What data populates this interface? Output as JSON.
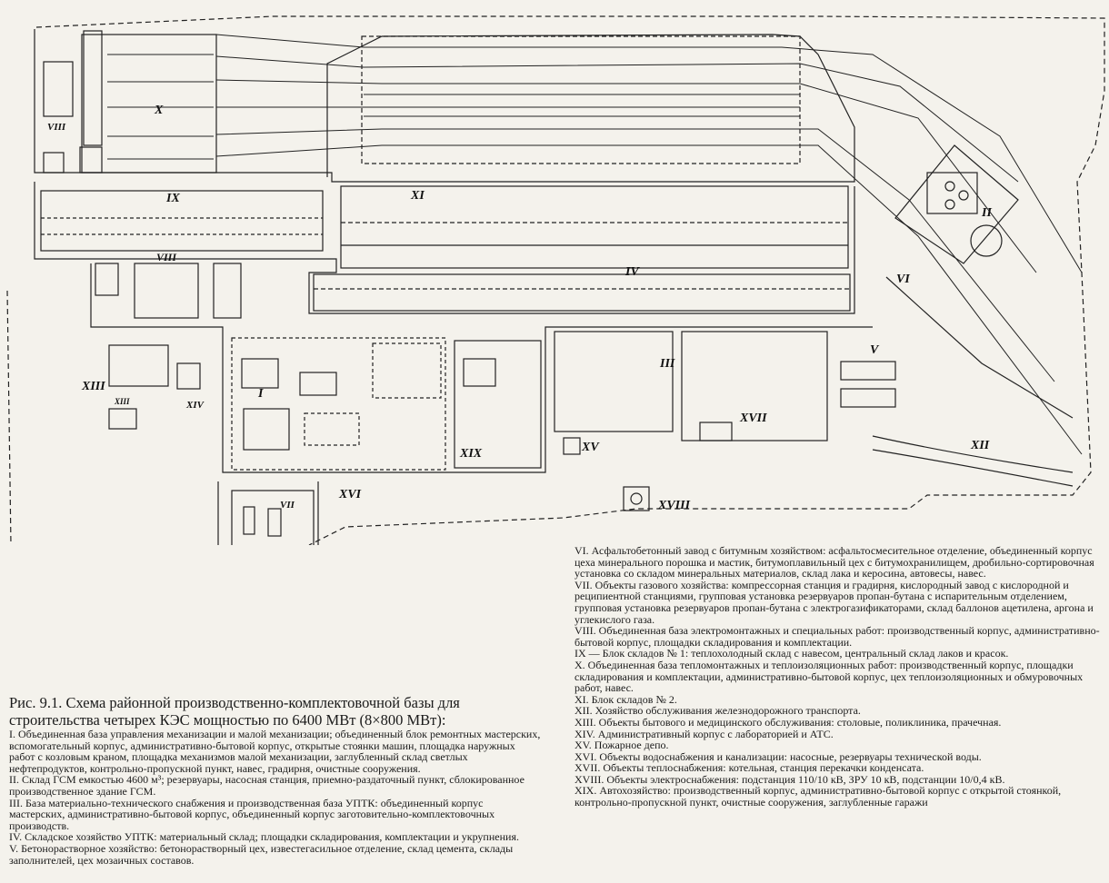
{
  "plan_labels": {
    "I": "I",
    "II": "II",
    "III": "III",
    "IV": "IV",
    "V": "V",
    "VI": "VI",
    "VII": "VII",
    "VIII": "VIII",
    "IX": "IX",
    "X": "X",
    "XI": "XI",
    "XII": "XII",
    "XIII": "XIII",
    "XIII_small": "XIII",
    "XIV": "XIV",
    "XV": "XV",
    "XVI": "XVI",
    "XVII": "XVII",
    "XVIII": "XVIII",
    "XIX": "XIX",
    "VIII_small": "VIII"
  },
  "caption": "Рис. 9.1. Схема районной производственно-комплектовочной базы для строительства четырех КЭС мощностью по 6400 МВт (8×800 МВт):",
  "legend_left": [
    "I. Объединенная база управления механизации и малой механизации; объединенный блок ремонтных мастерских, вспомогательный корпус, административно-бытовой корпус, открытые стоянки машин, площадка наружных работ с козловым краном, площадка механизмов малой механизации, заглубленный склад светлых нефтепродуктов, контрольно-пропускной пункт, навес, градирня, очистные сооружения.",
    "II. Склад ГСМ емкостью 4600 м³; резервуары, насосная станция, приемно-раздаточный пункт, сблокированное производственное здание ГСМ.",
    "III. База материально-технического снабжения и производственная база УПТК: объединенный корпус мастерских, административно-бытовой корпус, объединенный корпус заготовительно-комплектовочных производств.",
    "IV. Складское хозяйство УПТК: материальный склад; площадки складирования, комплектации и укрупнения.",
    "V. Бетонорастворное хозяйство: бетонорастворный цех, известегасильное отделение, склад цемента, склады заполнителей, цех мозаичных составов."
  ],
  "legend_right": [
    "VI. Асфальтобетонный завод с битумным хозяйством: асфальтосмесительное отделение, объединенный корпус цеха минерального порошка и мастик, битумоплавильный цех с битумохранилищем, дробильно-сортировочная установка со складом минеральных материалов, склад лака и керосина, автовесы, навес.",
    "VII. Объекты газового хозяйства: компрессорная станция и градирня, кислородный завод с кислородной и реципиентной станциями, групповая установка резервуаров пропан-бутана с испарительным отделением, групповая установка резервуаров пропан-бутана с электрогазификаторами, склад баллонов ацетилена, аргона и углекислого газа.",
    "VIII. Объединенная база электромонтажных и специальных работ: производственный корпус, административно-бытовой корпус, площадки складирования и комплектации.",
    "IX — Блок складов № 1: теплохолодный склад с навесом, центральный склад лаков и красок.",
    "X. Объединенная база тепломонтажных и теплоизоляционных работ: производственный корпус, площадки складирования и комплектации, административно-бытовой корпус, цех теплоизоляционных и обмуровочных работ, навес.",
    "XI. Блок складов № 2.",
    "XII. Хозяйство обслуживания железнодорожного транспорта.",
    "XIII. Объекты бытового и медицинского обслуживания: столовые, поликлиника, прачечная.",
    "XIV. Административный корпус с лабораторией и АТС.",
    "XV. Пожарное депо.",
    "XVI. Объекты водоснабжения и канализации: насосные, резервуары технической воды.",
    "XVII. Объекты теплоснабжения: котельная, станция перекачки конденсата.",
    "XVIII. Объекты электроснабжения: подстанция 110/10 кВ, ЗРУ 10 кВ, подстанции 10/0,4 кВ.",
    "XIX. Автохозяйство: производственный корпус, административно-бытовой корпус с открытой стоянкой, контрольно-пропускной пункт, очистные сооружения, заглубленные гаражи"
  ]
}
